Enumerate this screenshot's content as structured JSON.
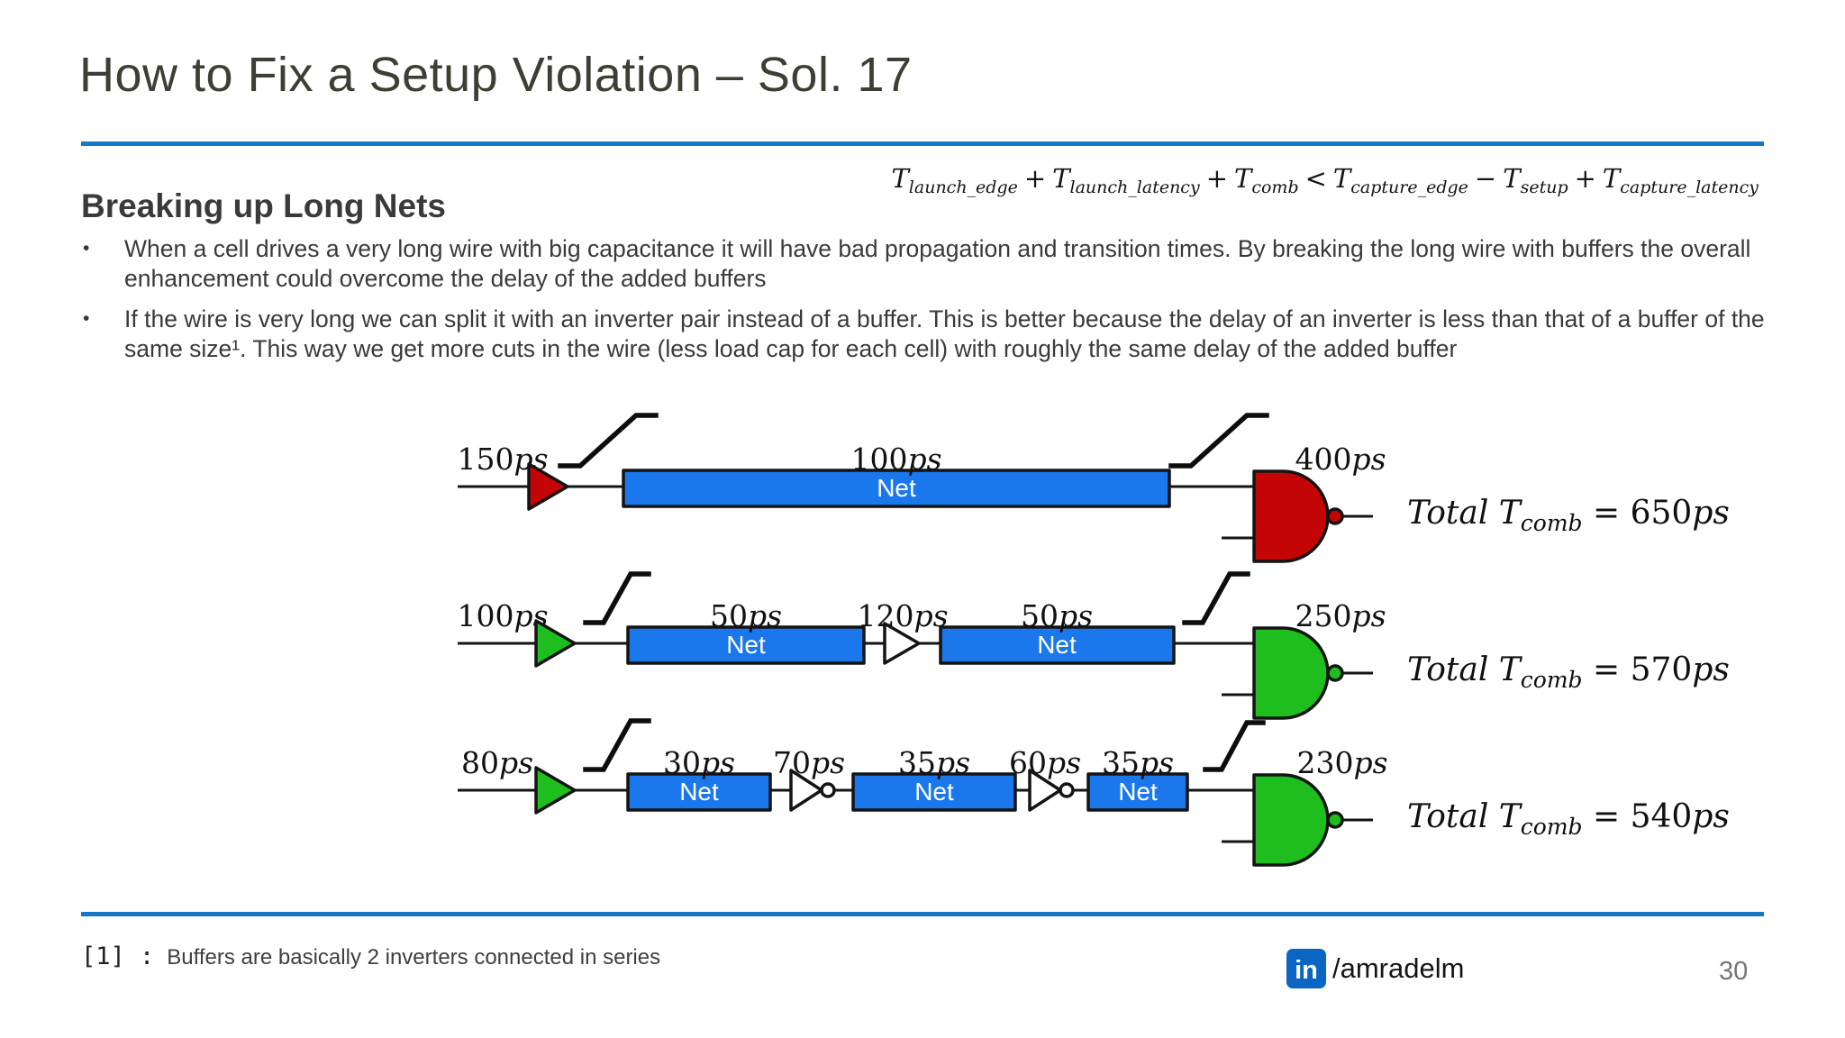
{
  "slide": {
    "title": "How to Fix a Setup Violation – Sol. 17",
    "page_number": "30"
  },
  "formula": {
    "terms": [
      {
        "base": "T",
        "sub": "launch_edge",
        "op": "+"
      },
      {
        "base": "T",
        "sub": "launch_latency",
        "op": "+"
      },
      {
        "base": "T",
        "sub": "comb",
        "op": "<"
      },
      {
        "base": "T",
        "sub": "capture_edge",
        "op": "−"
      },
      {
        "base": "T",
        "sub": "setup",
        "op": "+"
      },
      {
        "base": "T",
        "sub": "capture_latency",
        "op": ""
      }
    ]
  },
  "section": {
    "heading": "Breaking up Long Nets",
    "bullets": [
      {
        "marker": "•",
        "text": "When a cell drives a very long wire with big capacitance it will have bad propagation and transition times. By breaking the long wire with buffers the overall enhancement could overcome the delay of the added buffers"
      },
      {
        "marker": "•",
        "text": "If the wire is very long we can split it with an inverter pair instead of a buffer. This is better because the delay of an inverter is less than that of a buffer of the same size¹. This way we get more cuts in the wire (less load cap for each cell) with roughly the same delay of the added buffer"
      }
    ]
  },
  "diagram": {
    "net_label": "Net",
    "rows": [
      {
        "driver_delay": {
          "v": "150",
          "u": "ps"
        },
        "net1_delay": {
          "v": "100",
          "u": "ps"
        },
        "gate_delay": {
          "v": "400",
          "u": "ps"
        },
        "total": {
          "prefix": "Total T",
          "sub": "comb",
          "eq": " = 650",
          "unit": "ps"
        }
      },
      {
        "driver_delay": {
          "v": "100",
          "u": "ps"
        },
        "net1_delay": {
          "v": "50",
          "u": "ps"
        },
        "buffer_delay": {
          "v": "120",
          "u": "ps"
        },
        "net2_delay": {
          "v": "50",
          "u": "ps"
        },
        "gate_delay": {
          "v": "250",
          "u": "ps"
        },
        "total": {
          "prefix": "Total T",
          "sub": "comb",
          "eq": " = 570",
          "unit": "ps"
        }
      },
      {
        "driver_delay": {
          "v": "80",
          "u": "ps"
        },
        "net1_delay": {
          "v": "30",
          "u": "ps"
        },
        "inv1_delay": {
          "v": "70",
          "u": "ps"
        },
        "net2_delay": {
          "v": "35",
          "u": "ps"
        },
        "inv2_delay": {
          "v": "60",
          "u": "ps"
        },
        "net3_delay": {
          "v": "35",
          "u": "ps"
        },
        "gate_delay": {
          "v": "230",
          "u": "ps"
        },
        "total": {
          "prefix": "Total T",
          "sub": "comb",
          "eq": " = 540",
          "unit": "ps"
        }
      }
    ]
  },
  "footer": {
    "footnote_ref": "[1] :",
    "footnote_text": "Buffers are basically 2 inverters connected in series",
    "linkedin_icon": "in",
    "linkedin_handle": "/amradelm"
  },
  "colors": {
    "accent_rule_blue": "#1578c8",
    "net_blue": "#1a78ec",
    "fast_green": "#1fbe1f",
    "slow_red": "#c40505",
    "linkedin_blue": "#0a66c2"
  }
}
